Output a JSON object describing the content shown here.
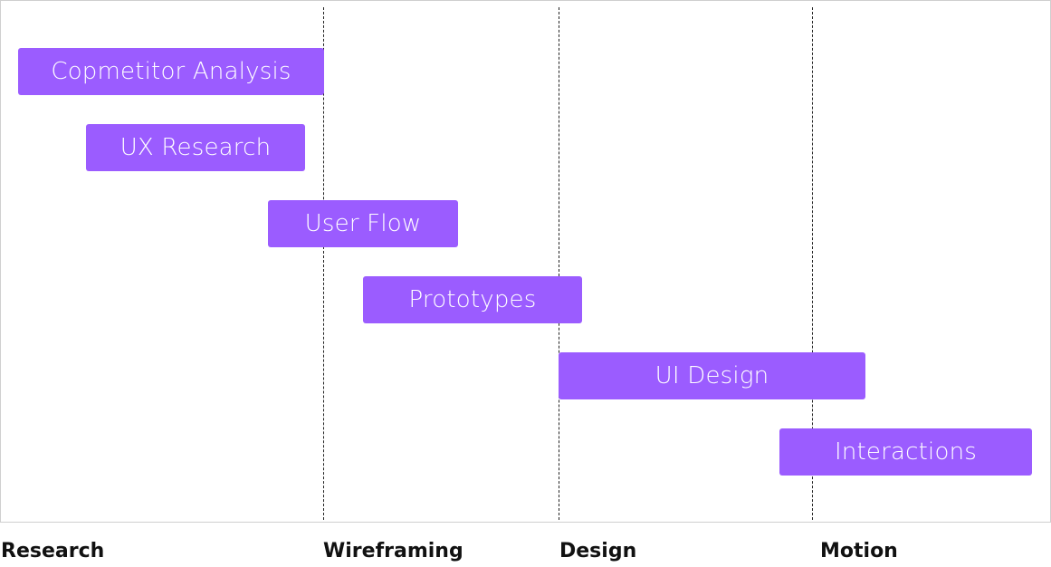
{
  "colors": {
    "bar": "#9b5cff",
    "frame_border": "#cfcfcf",
    "divider": "#222222"
  },
  "tasks": [
    {
      "label": "Copmetitor Analysis"
    },
    {
      "label": "UX Research"
    },
    {
      "label": "User Flow"
    },
    {
      "label": "Prototypes"
    },
    {
      "label": "UI Design"
    },
    {
      "label": "Interactions"
    }
  ],
  "phases": [
    {
      "label": "Research"
    },
    {
      "label": "Wireframing"
    },
    {
      "label": "Design"
    },
    {
      "label": "Motion"
    }
  ]
}
